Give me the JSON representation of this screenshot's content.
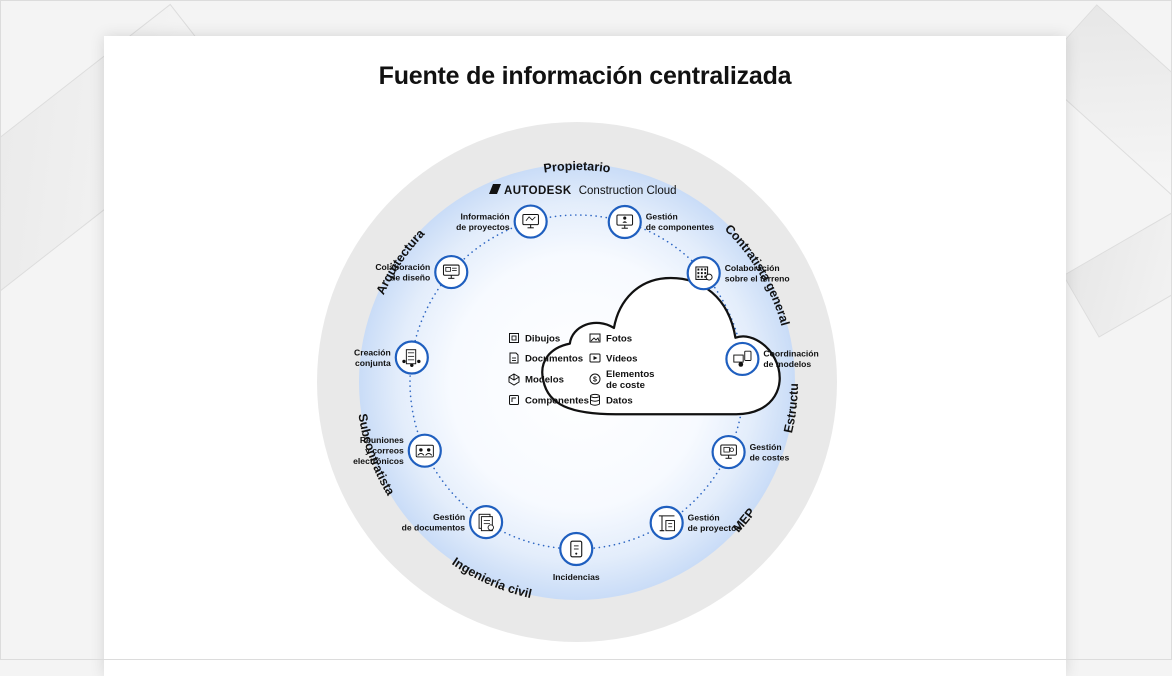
{
  "title": "Fuente de información centralizada",
  "brand": {
    "name": "AUTODESK",
    "product": "Construction Cloud"
  },
  "outer_ring_labels": [
    "Propietario",
    "Contratista general",
    "Subcontratista",
    "Ingeniería civil",
    "MEP",
    "Estructura",
    "Arquitectura"
  ],
  "modules": [
    {
      "lines": [
        "Gestión",
        "de componentes"
      ],
      "icon": "monitor-person-icon"
    },
    {
      "lines": [
        "Colaboración",
        "sobre el terreno"
      ],
      "icon": "building-sync-icon"
    },
    {
      "lines": [
        "Coordinación",
        "de modelos"
      ],
      "icon": "model-coordination-icon"
    },
    {
      "lines": [
        "Gestión",
        "de costes"
      ],
      "icon": "monitor-cost-icon"
    },
    {
      "lines": [
        "Gestión",
        "de proyectos"
      ],
      "icon": "crane-building-icon"
    },
    {
      "lines": [
        "Incidencias"
      ],
      "icon": "tablet-icon"
    },
    {
      "lines": [
        "Gestión",
        "de documentos"
      ],
      "icon": "document-stack-icon"
    },
    {
      "lines": [
        "Reuniones",
        "y correos",
        "electrónicos"
      ],
      "icon": "meeting-icon"
    },
    {
      "lines": [
        "Creación",
        "conjunta"
      ],
      "icon": "building-people-icon"
    },
    {
      "lines": [
        "Colaboración",
        "de diseño"
      ],
      "icon": "monitor-design-icon"
    },
    {
      "lines": [
        "Información",
        "de proyectos"
      ],
      "icon": "monitor-info-icon"
    }
  ],
  "cloud_items": [
    {
      "lines": [
        "Dibujos"
      ],
      "icon": "drawing-icon"
    },
    {
      "lines": [
        "Fotos"
      ],
      "icon": "photo-icon"
    },
    {
      "lines": [
        "Documentos"
      ],
      "icon": "document-icon"
    },
    {
      "lines": [
        "Vídeos"
      ],
      "icon": "video-icon"
    },
    {
      "lines": [
        "Modelos"
      ],
      "icon": "model-cube-icon"
    },
    {
      "lines": [
        "Elementos",
        "de coste"
      ],
      "icon": "dollar-icon"
    },
    {
      "lines": [
        "Componentes"
      ],
      "icon": "component-icon"
    },
    {
      "lines": [
        "Datos"
      ],
      "icon": "database-icon"
    }
  ],
  "colors": {
    "node_border": "#1f5fbf",
    "dots": "#2f67c3",
    "ring": "#e9e9e9",
    "halo_center": "#ffffff",
    "halo_edge": "#c9dcf7"
  }
}
